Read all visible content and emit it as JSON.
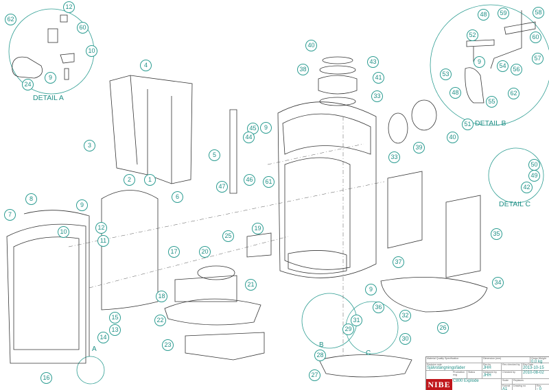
{
  "callouts": [
    "12",
    "62",
    "60",
    "10",
    "9",
    "24",
    "4",
    "3",
    "2",
    "1",
    "5",
    "6",
    "47",
    "45",
    "9",
    "44",
    "46",
    "61",
    "40",
    "43",
    "38",
    "41",
    "33",
    "39",
    "33",
    "40",
    "48",
    "59",
    "58",
    "52",
    "60",
    "9",
    "54",
    "56",
    "57",
    "53",
    "48",
    "62",
    "55",
    "51",
    "50",
    "49",
    "42",
    "35",
    "37",
    "34",
    "26",
    "9",
    "36",
    "32",
    "31",
    "29",
    "30",
    "28",
    "27",
    "25",
    "19",
    "20",
    "21",
    "17",
    "18",
    "22",
    "23",
    "8",
    "7",
    "9",
    "12",
    "10",
    "11",
    "15",
    "13",
    "14",
    "16"
  ],
  "details": {
    "a": "DETAIL A",
    "b": "DETAIL B",
    "c": "DETAIL C"
  },
  "letters": {
    "a": "A",
    "b": "B",
    "c": "C"
  },
  "title_block": {
    "material_label": "Material Quality Specification",
    "dimension_label": "Dimension (mm)",
    "weight_label": "Gross Weight",
    "weight": "0.0 kg",
    "revision_note_label": "Revision note",
    "revision_note": "Självstängningsfäder",
    "rev_by_label": "Rev by",
    "rev_by": "JHH",
    "rev_checked_label": "Rev checked by",
    "rev_date_label": "Rev Date",
    "rev_date": "2013-10-15",
    "production_label": "Production eng",
    "status_label": "Status",
    "designed_label": "Designed by",
    "designed_by": "JHH",
    "checked_label": "Checked by",
    "date": "2010-08-02",
    "title": "C800 Explode",
    "scale_label": "Scale",
    "replaces_label": "Replaces",
    "format_label": "Format",
    "format": "A1",
    "drawing_no_label": "Drawing no",
    "rev_label": "Rev",
    "rev": "- 0",
    "logo": "NIBE"
  },
  "colors": {
    "accent": "#2b9c91",
    "line": "#333333",
    "logo": "#c0161b"
  }
}
